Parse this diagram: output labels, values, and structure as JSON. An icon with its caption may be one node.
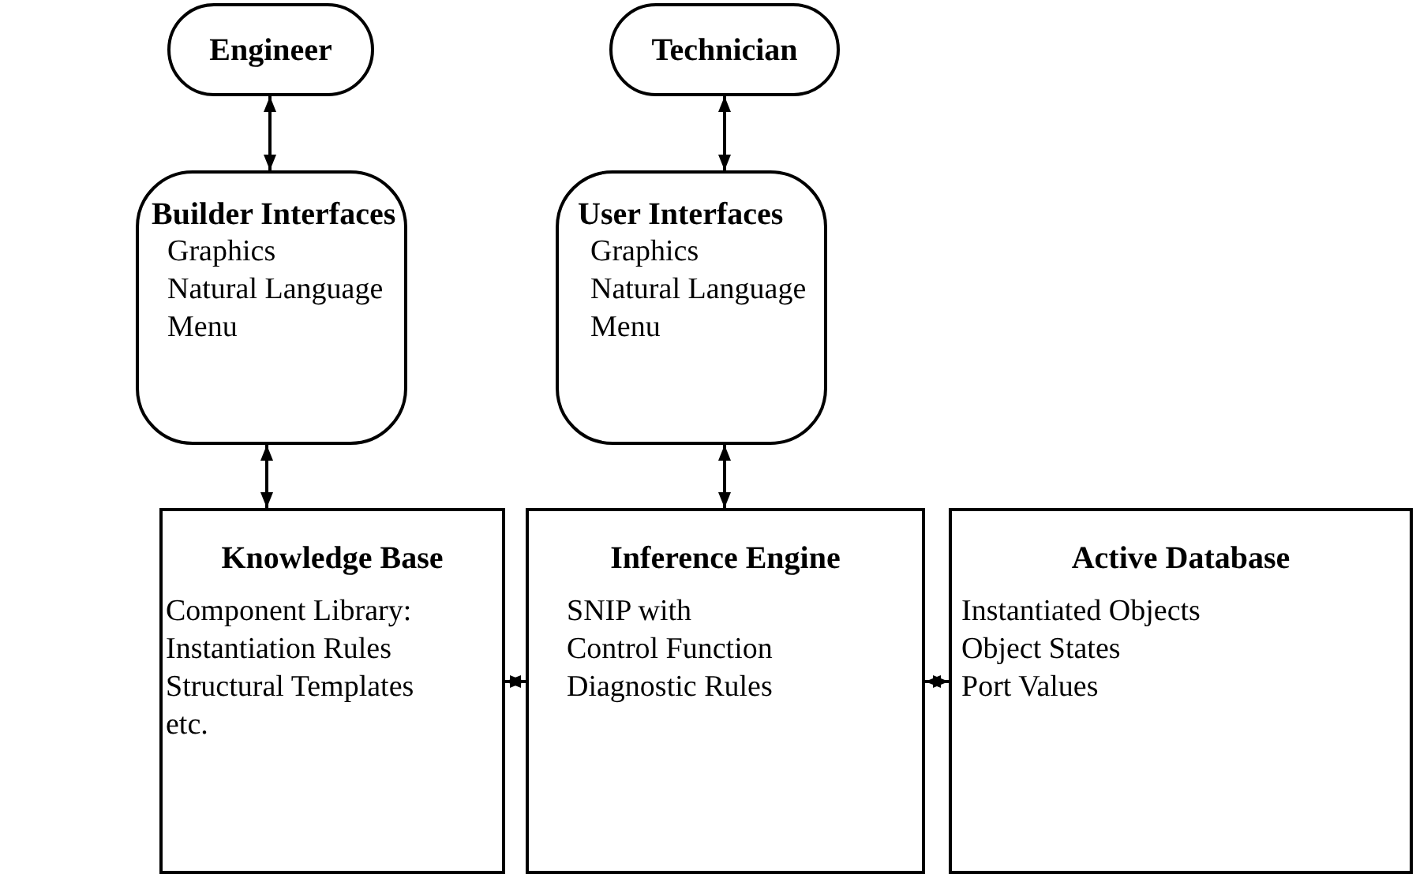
{
  "diagram": {
    "nodes": [
      {
        "text": [
          "Engineer"
        ]
      },
      {
        "text": [
          "Technician"
        ]
      },
      {
        "text": [
          "Builder Interfaces",
          "Graphics",
          "Natural Language",
          "Menu"
        ]
      },
      {
        "text": [
          "User Interfaces",
          "Graphics",
          "Natural Language",
          "Menu"
        ]
      },
      {
        "text": [
          "Knowledge Base",
          "Component Library:",
          "Instantiation Rules",
          "Structural Templates",
          "etc."
        ]
      },
      {
        "text": [
          "Inference Engine",
          "SNIP with",
          "Control Function",
          "Diagnostic Rules"
        ]
      },
      {
        "text": [
          "Active Database",
          "Instantiated Objects",
          "Object States",
          "Port Values"
        ]
      }
    ],
    "edges": [
      {
        "from": 0,
        "to": 2,
        "arrow": "both"
      },
      {
        "from": 1,
        "to": 3,
        "arrow": "both"
      },
      {
        "from": 2,
        "to": 4,
        "arrow": "both"
      },
      {
        "from": 3,
        "to": 5,
        "arrow": "both"
      },
      {
        "from": 4,
        "to": 5,
        "arrow": "both"
      },
      {
        "from": 5,
        "to": 6,
        "arrow": "both"
      }
    ]
  }
}
